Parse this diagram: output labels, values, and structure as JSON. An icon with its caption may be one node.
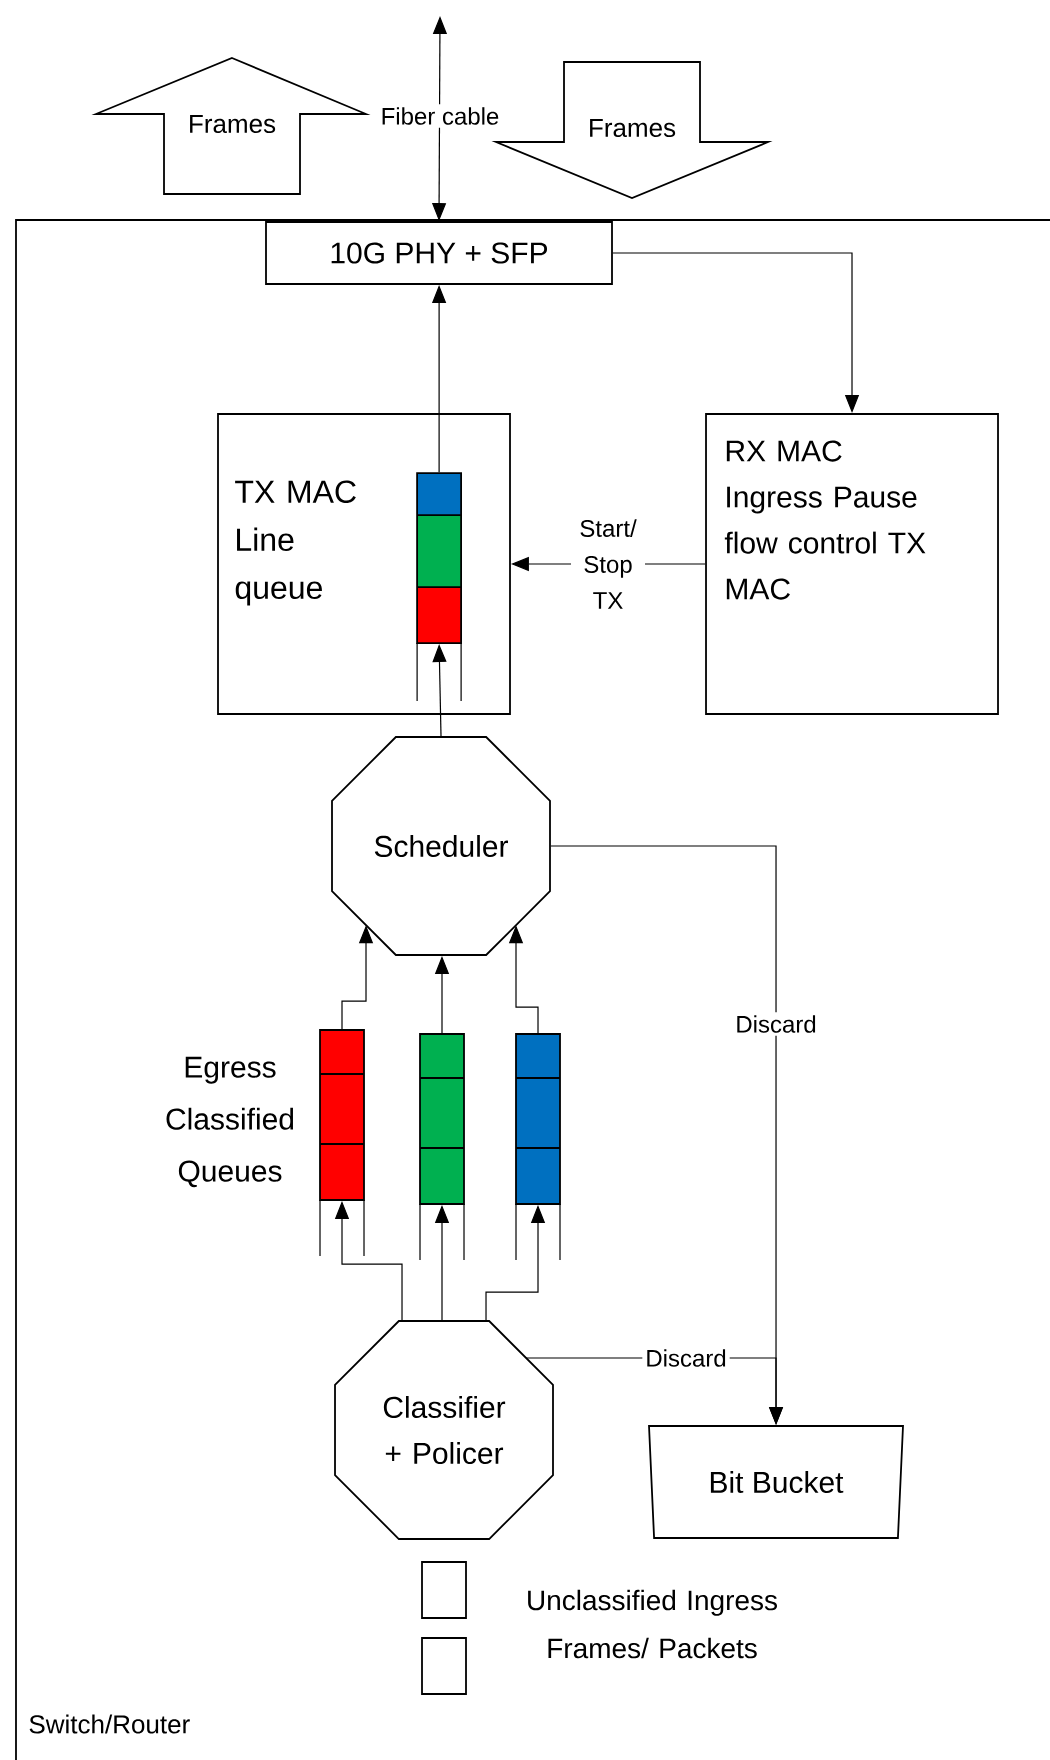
{
  "diagram": {
    "nodes": [
      {
        "text": [
          "Switch/Router"
        ]
      },
      {
        "text": [
          "Frames"
        ]
      },
      {
        "text": [
          "Frames"
        ]
      },
      {
        "text": [
          "10G PHY + SFP"
        ],
        "in": 0
      },
      {
        "text": [
          "TX MAC Line queue"
        ],
        "in": 0
      },
      {
        "text": [],
        "shape": "bar",
        "in": 4
      },
      {
        "text": [
          "RX MAC Ingress Pause flow control TX MAC"
        ],
        "in": 0
      },
      {
        "text": [
          "Scheduler"
        ],
        "in": 0
      },
      {
        "text": [],
        "shape": "bar",
        "in": 0
      },
      {
        "text": [],
        "shape": "bar",
        "in": 0
      },
      {
        "text": [],
        "shape": "bar",
        "in": 0
      },
      {
        "text": [
          "Classifier + Policer"
        ],
        "in": 0
      },
      {
        "text": [
          "Bit Bucket"
        ],
        "in": 0
      },
      {
        "text": [],
        "shape": "box",
        "in": 0
      },
      {
        "text": [],
        "shape": "box",
        "in": 0
      }
    ],
    "edges": [
      {
        "from": null,
        "to": 3,
        "arrow": "both",
        "label": "Fiber cable"
      },
      {
        "from": 3,
        "to": 6,
        "arrow": "to"
      },
      {
        "from": 5,
        "to": 3,
        "arrow": "to"
      },
      {
        "from": 6,
        "to": 4,
        "arrow": "to",
        "label": "Start/ Stop TX"
      },
      {
        "from": 7,
        "to": 5,
        "arrow": "to"
      },
      {
        "from": 8,
        "to": 7,
        "arrow": "to"
      },
      {
        "from": 9,
        "to": 7,
        "arrow": "to"
      },
      {
        "from": 10,
        "to": 7,
        "arrow": "to"
      },
      {
        "from": 11,
        "to": 8,
        "arrow": "to"
      },
      {
        "from": 11,
        "to": 9,
        "arrow": "to"
      },
      {
        "from": 11,
        "to": 10,
        "arrow": "to"
      },
      {
        "from": 7,
        "to": 12,
        "arrow": "to",
        "label": "Discard"
      },
      {
        "from": 11,
        "to": 12,
        "arrow": "to",
        "label": "Discard"
      }
    ],
    "labels": [
      "Egress Classified Queues",
      "Unclassified Ingress Frames/ Packets"
    ]
  }
}
